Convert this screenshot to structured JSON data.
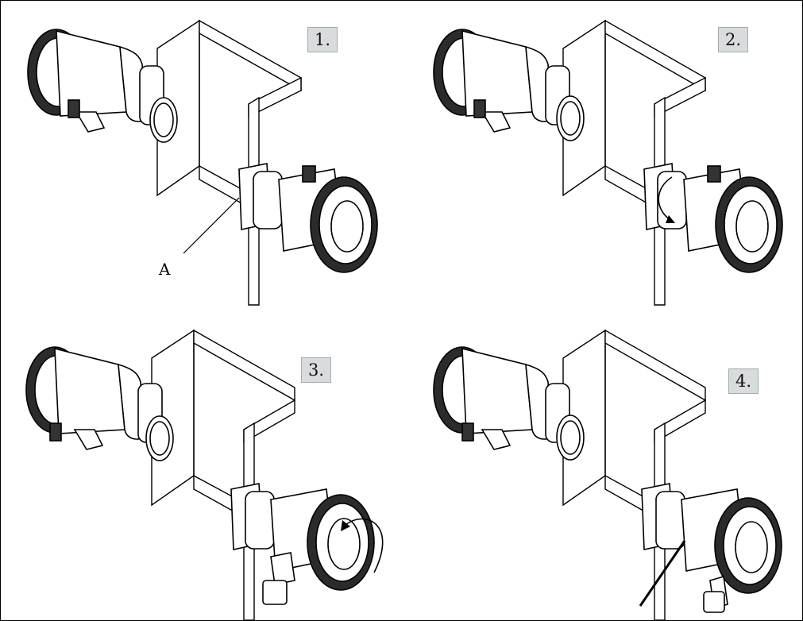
{
  "figure": {
    "callout_label": "A",
    "steps": [
      {
        "label": "1."
      },
      {
        "label": "2."
      },
      {
        "label": "3."
      },
      {
        "label": "4."
      }
    ]
  }
}
